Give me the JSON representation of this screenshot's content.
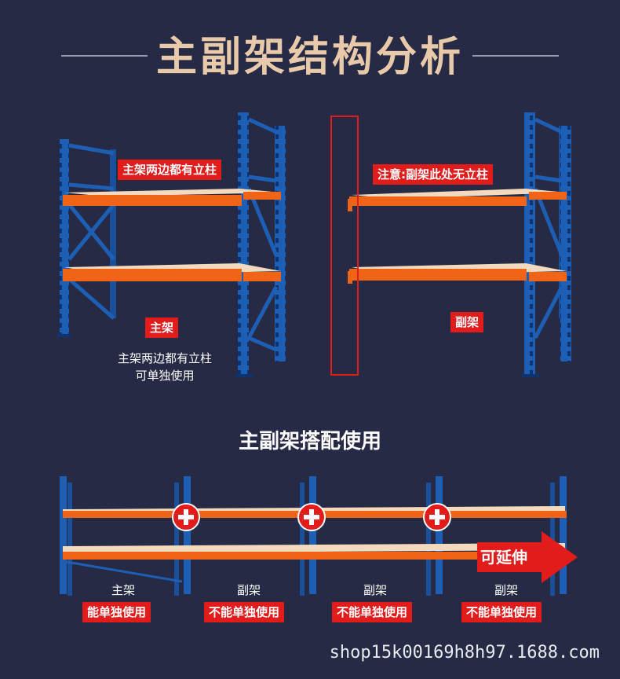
{
  "title": "主副架结构分析",
  "main_rack": {
    "callout": "主架两边都有立柱",
    "tag": "主架",
    "desc_line1": "主架两边都有立柱",
    "desc_line2": "可单独使用"
  },
  "sub_rack": {
    "callout": "注意:副架此处无立柱",
    "tag": "副架"
  },
  "combo": {
    "title": "主副架搭配使用",
    "extend": "可延伸",
    "columns": [
      {
        "name": "主架",
        "tag": "能单独使用"
      },
      {
        "name": "副架",
        "tag": "不能单独使用"
      },
      {
        "name": "副架",
        "tag": "不能单独使用"
      },
      {
        "name": "副架",
        "tag": "不能单独使用"
      }
    ]
  },
  "footer": "shop15k00169h8h97.1688.com",
  "colors": {
    "background": "#262a44",
    "upright": "#1e5fb6",
    "beam": "#f06418",
    "deck": "#f3d9bd",
    "accent_red": "#e21b1b",
    "title": "#e8c9a9"
  }
}
